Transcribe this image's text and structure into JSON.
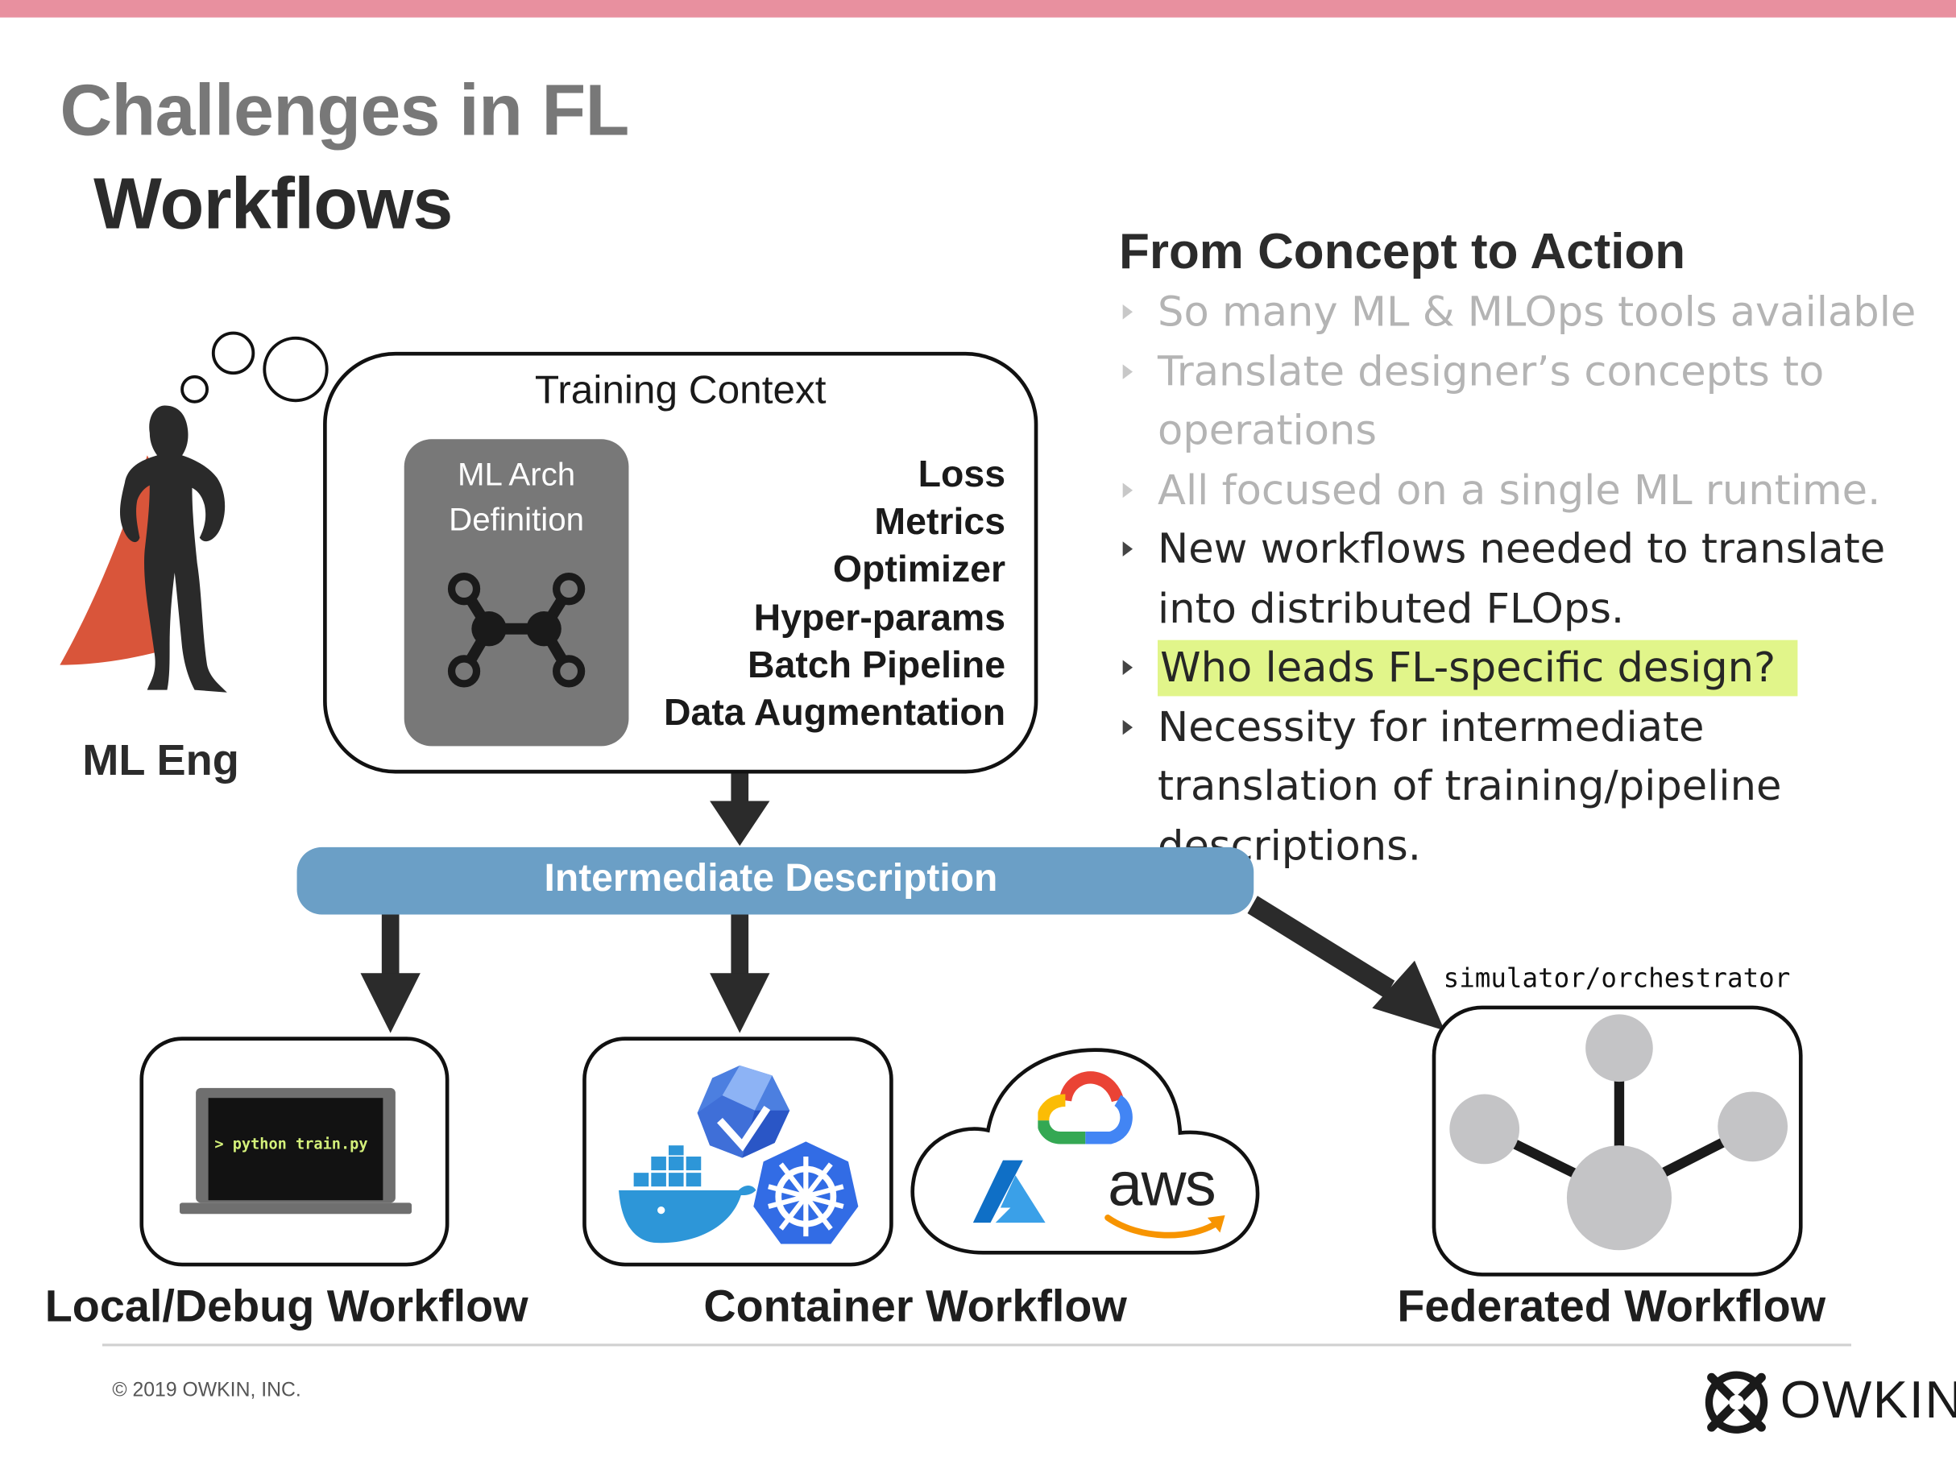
{
  "slide": {
    "title_line_1": "Challenges in FL",
    "title_line_2": "Workflows"
  },
  "right_panel": {
    "heading": "From Concept to Action",
    "bullets": [
      {
        "text": "So many ML & MLOps tools available",
        "style": "faded"
      },
      {
        "text": "Translate designer’s concepts to operations",
        "style": "faded"
      },
      {
        "text": "All focused on a single ML runtime.",
        "style": "faded"
      },
      {
        "text": "New workflows needed to translate into distributed FLOps.",
        "style": "normal"
      },
      {
        "text": "Who leads FL-specific design?",
        "style": "highlighted"
      },
      {
        "text": "Necessity for intermediate translation of training/pipeline descriptions.",
        "style": "normal"
      }
    ]
  },
  "persona": {
    "label": "ML Eng"
  },
  "training_context": {
    "title": "Training Context",
    "arch_label_line_1": "ML Arch",
    "arch_label_line_2": "Definition",
    "items": [
      "Loss",
      "Metrics",
      "Optimizer",
      "Hyper-params",
      "Batch Pipeline",
      "Data Augmentation"
    ]
  },
  "intermediate": {
    "label": "Intermediate Description"
  },
  "workflows": {
    "local": {
      "label": "Local/Debug Workflow",
      "terminal_text": "> python train.py"
    },
    "container": {
      "label": "Container Workflow"
    },
    "federated": {
      "label": "Federated Workflow",
      "caption": "simulator/orchestrator"
    }
  },
  "cloud": {
    "aws_text": "aws"
  },
  "footer": {
    "copyright": "© 2019 OWKIN, INC.",
    "brand": "OWKIN"
  },
  "colors": {
    "top_bar": "#e8909f",
    "intermediate_bar": "#6b9fc6",
    "highlight": "#e1f58a",
    "cape": "#d9553a",
    "arch_box": "#787878",
    "federated_nodes": "#c4c4c6"
  },
  "icons": [
    "thought-bubble-icon",
    "network-graph-icon",
    "laptop-icon",
    "kubeflow-icon",
    "docker-icon",
    "kubernetes-icon",
    "cloud-outline-icon",
    "google-cloud-icon",
    "azure-icon",
    "aws-smile-icon",
    "federated-graph-icon",
    "owkin-logo-icon"
  ]
}
